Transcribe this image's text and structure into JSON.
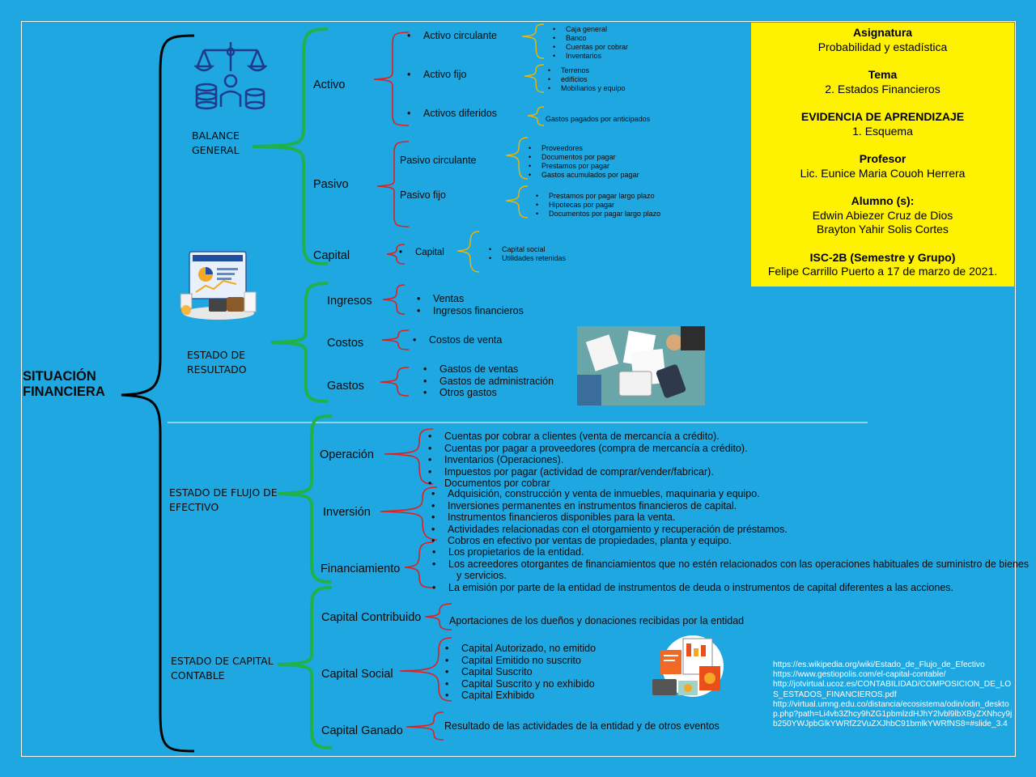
{
  "main_title": [
    "SITUACIÓN",
    "FINANCIERA"
  ],
  "sections": {
    "balance": [
      "BALANCE",
      "GENERAL"
    ],
    "resultado": [
      "ESTADO DE",
      "RESULTADO"
    ],
    "flujo": [
      "ESTADO DE FLUJO DE",
      "EFECTIVO"
    ],
    "capital": [
      "ESTADO DE CAPITAL",
      "CONTABLE"
    ]
  },
  "balance": {
    "activo": "Activo",
    "pasivo": "Pasivo",
    "capital": "Capital",
    "activo_circulante": "Activo circulante",
    "activo_circulante_items": [
      "Caja general",
      "Banco",
      "Cuentas por cobrar",
      "Inventarios"
    ],
    "activo_fijo": "Activo fijo",
    "activo_fijo_items": [
      "Terrenos",
      "edificios",
      "Mobiliarios y equipo"
    ],
    "activos_diferidos": "Activos diferidos",
    "activos_diferidos_item": "Gastos pagados por anticipados",
    "pasivo_circulante": "Pasivo circulante",
    "pasivo_circulante_items": [
      "Proveedores",
      "Documentos por pagar",
      "Prestamos por pagar",
      "Gastos acumulados por pagar"
    ],
    "pasivo_fijo": "Pasivo fijo",
    "pasivo_fijo_items": [
      "Prestamos por pagar largo plazo",
      "Hipotecas por pagar",
      "Documentos por pagar largo plazo"
    ],
    "capital_sub": "Capital",
    "capital_items": [
      "Capital social",
      "Utilidades retenidas"
    ]
  },
  "resultado": {
    "ingresos": "Ingresos",
    "ingresos_items": [
      "Ventas",
      "Ingresos financieros"
    ],
    "costos": "Costos",
    "costos_items": [
      "Costos de venta"
    ],
    "gastos": "Gastos",
    "gastos_items": [
      "Gastos de ventas",
      "Gastos de administración",
      "Otros gastos"
    ]
  },
  "flujo": {
    "operacion": "Operación",
    "operacion_items": [
      "Cuentas por cobrar a clientes (venta de mercancía a crédito).",
      "Cuentas por pagar a proveedores (compra de mercancía a crédito).",
      "Inventarios (Operaciones).",
      "Impuestos por pagar (actividad de comprar/vender/fabricar).",
      "Documentos por cobrar"
    ],
    "inversion": "Inversión",
    "inversion_items": [
      "Adquisición, construcción y venta de inmuebles, maquinaria y equipo.",
      "Inversiones permanentes en instrumentos financieros de capital.",
      "Instrumentos financieros disponibles para la venta.",
      "Actividades relacionadas con el otorgamiento y recuperación de préstamos.",
      "Cobros en efectivo por ventas de propiedades, planta y equipo."
    ],
    "financiamiento": "Financiamiento",
    "financiamiento_items": [
      "Los propietarios de la entidad.",
      "Los acreedores otorgantes de financiamientos que no estén relacionados con las operaciones habituales de suministro de bienes",
      "y servicios.",
      "La emisión por parte de la entidad de instrumentos de deuda o instrumentos de capital diferentes a las acciones."
    ]
  },
  "capital_contable": {
    "contribuido": "Capital Contribuido",
    "contribuido_item": "Aportaciones de los dueños y donaciones recibidas por la entidad",
    "social": "Capital Social",
    "social_items": [
      "Capital Autorizado, no emitido",
      "Capital Emitido no suscrito",
      "Capital Suscrito",
      "Capital Suscrito y no exhibido",
      "Capital Exhibido"
    ],
    "ganado": "Capital Ganado",
    "ganado_item": "Resultado de las actividades de la entidad y de otros eventos"
  },
  "info": {
    "asignatura_label": "Asignatura",
    "asignatura": "Probabilidad y estadística",
    "tema_label": "Tema",
    "tema": "2. Estados Financieros",
    "evidencia_label": "EVIDENCIA DE APRENDIZAJE",
    "evidencia": "1. Esquema",
    "profesor_label": "Profesor",
    "profesor": "Lic. Eunice Maria Couoh Herrera",
    "alumnos_label": "Alumno (s):",
    "alumnos": [
      "Edwin Abiezer Cruz de Dios",
      "Brayton Yahir Solis Cortes"
    ],
    "grupo_label": "ISC-2B (Semestre y Grupo)",
    "lugar_fecha": "Felipe Carrillo Puerto a 17 de marzo de 2021."
  },
  "references": [
    "https://es.wikipedia.org/wiki/Estado_de_Flujo_de_Efectivo",
    "https://www.gestiopolis.com/el-capital-contable/",
    "http://jotvirtual.ucoz.es/CONTABILIDAD/COMPOSICION_DE_LOS_ESTADOS_FINANCIEROS.pdf",
    "http://virtual.umng.edu.co/distancia/ecosistema/odin/odin_desktop.php?path=Li4vb3Zhcy9hZG1pbmlzdHJhY2lvbl9lbXByZXNhcy9jb250YWJpbGlkYWRfZ2VuZXJhbC91bmlkYWRfNS8=#slide_3.4"
  ],
  "colors": {
    "background": "#1ea7e1",
    "info_box": "#fff200",
    "brace_main": "#000000",
    "brace_green": "#1fb24a",
    "brace_red": "#e02020",
    "brace_yellow": "#f2b400"
  },
  "icons": [
    "balance-scale-icon",
    "dashboard-report-icon",
    "meeting-documents-photo",
    "finance-report-icon"
  ]
}
